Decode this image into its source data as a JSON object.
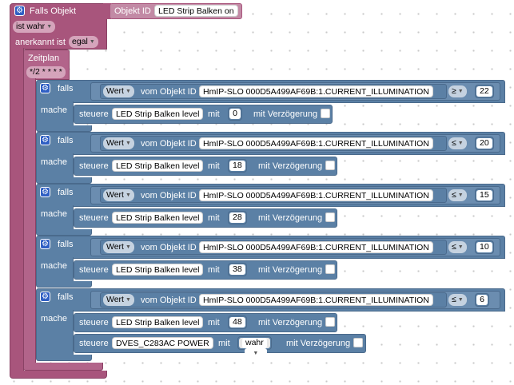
{
  "trigger": {
    "title": "Falls Objekt",
    "objekt_id_label": "Objekt ID",
    "objekt_id_value": "LED Strip Balken on",
    "ist_value": "ist wahr",
    "anerkannt_label": "anerkannt ist",
    "anerkannt_value": "egal"
  },
  "schedule": {
    "title": "Zeitplan",
    "cron": "*/2 * * * *"
  },
  "labels": {
    "falls": "falls",
    "mache": "mache",
    "wert": "Wert",
    "vom_objekt_id": "vom Objekt ID",
    "steuere": "steuere",
    "mit": "mit",
    "mit_verzoegerung": "mit Verzögerung"
  },
  "blocks": [
    {
      "object": "HmIP-SLO 000D5A499AF69B:1.CURRENT_ILLUMINATION",
      "op": "≥",
      "threshold": "22",
      "target": "LED Strip Balken level",
      "value": "0"
    },
    {
      "object": "HmIP-SLO 000D5A499AF69B:1.CURRENT_ILLUMINATION",
      "op": "≤",
      "threshold": "20",
      "target": "LED Strip Balken level",
      "value": "18"
    },
    {
      "object": "HmIP-SLO 000D5A499AF69B:1.CURRENT_ILLUMINATION",
      "op": "≤",
      "threshold": "15",
      "target": "LED Strip Balken level",
      "value": "28"
    },
    {
      "object": "HmIP-SLO 000D5A499AF69B:1.CURRENT_ILLUMINATION",
      "op": "≤",
      "threshold": "10",
      "target": "LED Strip Balken level",
      "value": "38"
    },
    {
      "object": "HmIP-SLO 000D5A499AF69B:1.CURRENT_ILLUMINATION",
      "op": "≤",
      "threshold": "6",
      "target": "LED Strip Balken level",
      "value": "48"
    }
  ],
  "extra_action": {
    "target": "DVES_C283AC POWER",
    "value": "wahr"
  },
  "colors": {
    "trigger": "#a8557c",
    "logic": "#5b80a5",
    "gear": "#2f5fc4"
  }
}
